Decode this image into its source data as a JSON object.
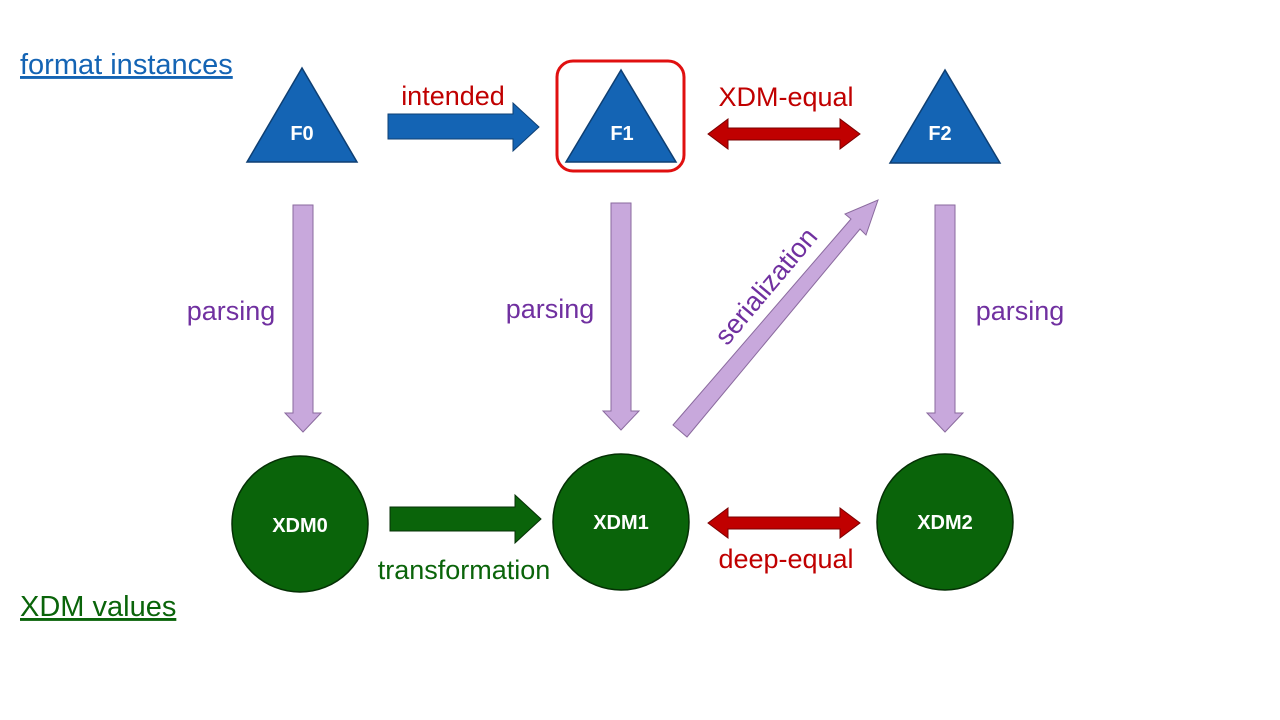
{
  "colors": {
    "format": "#1464b4",
    "format_stroke": "#0e3f73",
    "xdm": "#0a640a",
    "xdm_stroke": "#053005",
    "parsing": "#c8a8dc",
    "parsing_stroke": "#8a6a9e",
    "parsing_text": "#7030a0",
    "equal": "#c00000",
    "highlight": "#e01010"
  },
  "headings": {
    "format_instances": "format instances",
    "xdm_values": "XDM values"
  },
  "format_nodes": [
    {
      "id": "f0",
      "label": "F0"
    },
    {
      "id": "f1",
      "label": "F1",
      "highlighted": true
    },
    {
      "id": "f2",
      "label": "F2"
    }
  ],
  "xdm_nodes": [
    {
      "id": "xdm0",
      "label": "XDM0"
    },
    {
      "id": "xdm1",
      "label": "XDM1"
    },
    {
      "id": "xdm2",
      "label": "XDM2"
    }
  ],
  "edges": {
    "intended": {
      "from": "F0",
      "to": "F1",
      "label": "intended"
    },
    "xdm_equal": {
      "from": "F1",
      "to": "F2",
      "label": "XDM-equal",
      "bidirectional": true
    },
    "parsing_0": {
      "from": "F0",
      "to": "XDM0",
      "label": "parsing"
    },
    "parsing_1": {
      "from": "F1",
      "to": "XDM1",
      "label": "parsing"
    },
    "parsing_2": {
      "from": "F2",
      "to": "XDM2",
      "label": "parsing"
    },
    "serialization": {
      "from": "XDM1",
      "to": "F2",
      "label": "serialization"
    },
    "transformation": {
      "from": "XDM0",
      "to": "XDM1",
      "label": "transformation"
    },
    "deep_equal": {
      "from": "XDM1",
      "to": "XDM2",
      "label": "deep-equal",
      "bidirectional": true
    }
  }
}
